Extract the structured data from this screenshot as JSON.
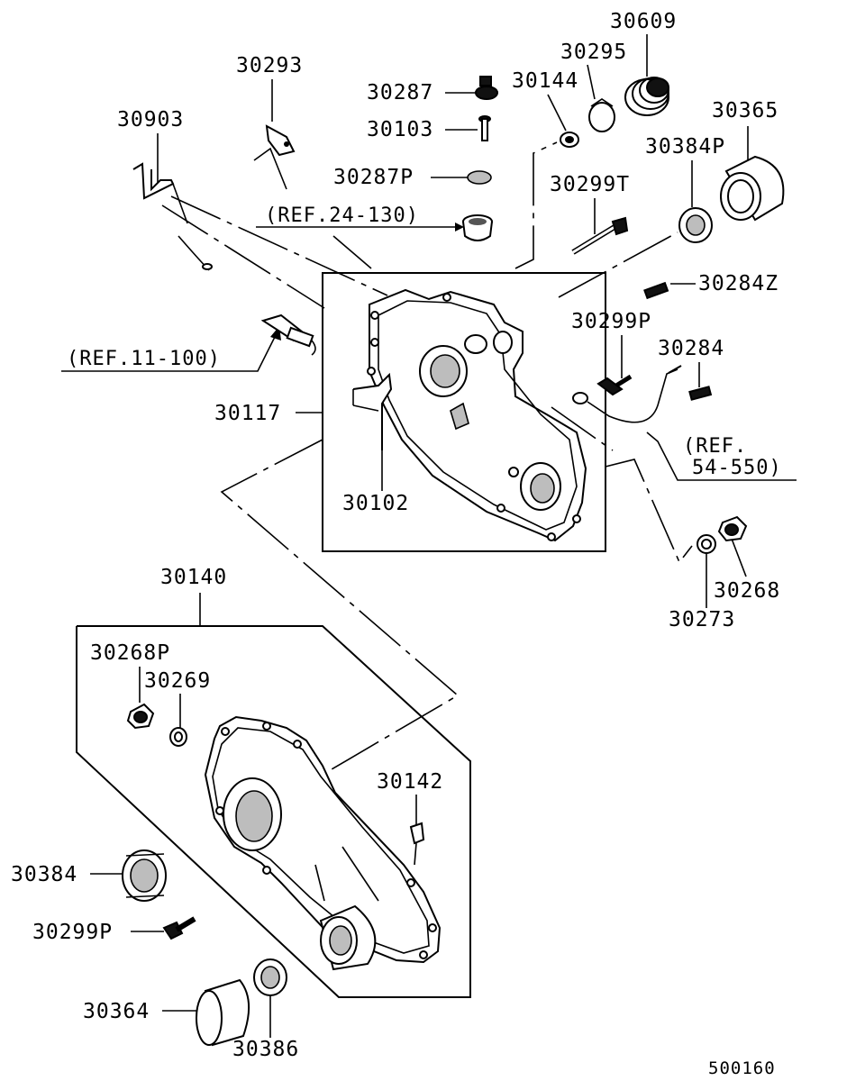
{
  "labels": {
    "p30293": "30293",
    "p30903": "30903",
    "p30287": "30287",
    "p30103": "30103",
    "p30287P": "30287P",
    "p30144": "30144",
    "p30295": "30295",
    "p30609": "30609",
    "p30365": "30365",
    "p30384P": "30384P",
    "p30299T": "30299T",
    "p30284Z": "30284Z",
    "p30299P_top": "30299P",
    "p30284": "30284",
    "p30117": "30117",
    "p30102": "30102",
    "p30268": "30268",
    "p30273": "30273",
    "p30140": "30140",
    "p30268P": "30268P",
    "p30269": "30269",
    "p30142": "30142",
    "p30384": "30384",
    "p30299P_bot": "30299P",
    "p30364": "30364",
    "p30386": "30386"
  },
  "references": {
    "ref_24_130": "(REF.24-130)",
    "ref_11_100": "(REF.11-100)",
    "ref_54_550_line1": "(REF.",
    "ref_54_550_line2": "54-550)"
  },
  "diagram_code": "500160"
}
